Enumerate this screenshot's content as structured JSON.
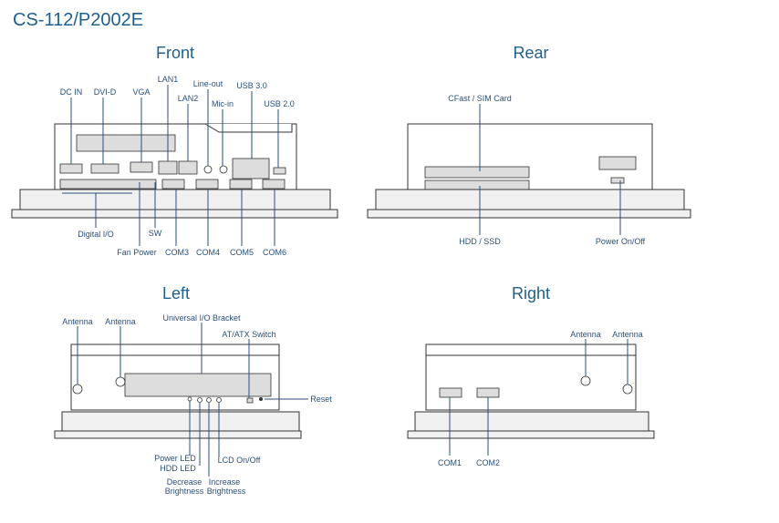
{
  "title": "CS-112/P2002E",
  "views": {
    "front": {
      "heading": "Front",
      "labels": [
        "DC IN",
        "DVI-D",
        "VGA",
        "LAN1",
        "LAN2",
        "Line-out",
        "Mic-in",
        "USB 3.0",
        "USB 2.0",
        "Digital I/O",
        "SW",
        "Fan Power",
        "COM3",
        "COM4",
        "COM5",
        "COM6"
      ]
    },
    "rear": {
      "heading": "Rear",
      "labels": [
        "CFast / SIM Card",
        "HDD / SSD",
        "Power On/Off"
      ]
    },
    "left": {
      "heading": "Left",
      "labels": [
        "Antenna",
        "Antenna",
        "Universal I/O Bracket",
        "AT/ATX Switch",
        "Reset",
        "Power LED",
        "HDD LED",
        "Decrease",
        "Brightness",
        "Increase",
        "Brightness",
        "LCD On/Off"
      ]
    },
    "right": {
      "heading": "Right",
      "labels": [
        "Antenna",
        "Antenna",
        "COM1",
        "COM2"
      ]
    }
  }
}
